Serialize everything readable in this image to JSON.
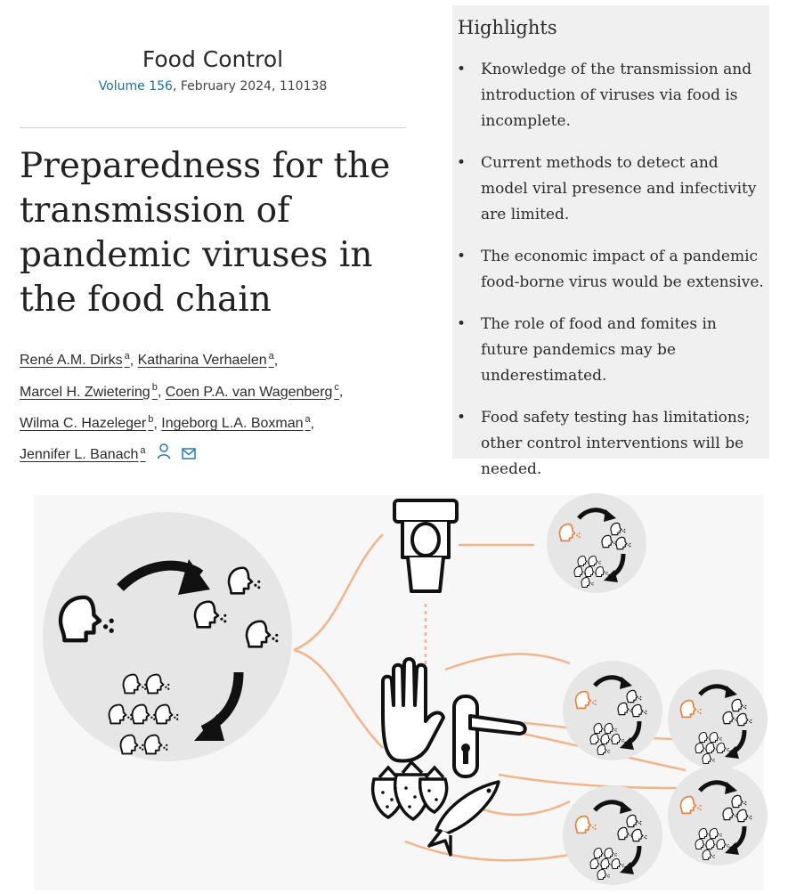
{
  "journal": {
    "name": "Food Control",
    "volume_link": "Volume 156",
    "details": ", February 2024, 110138"
  },
  "article": {
    "title": "Preparedness for the transmission of pandemic viruses in the food chain"
  },
  "authors": [
    {
      "name": "René A.M. Dirks",
      "affil": "a"
    },
    {
      "name": "Katharina Verhaelen",
      "affil": "a"
    },
    {
      "name": "Marcel H. Zwietering",
      "affil": "b"
    },
    {
      "name": "Coen P.A. van Wagenberg",
      "affil": "c"
    },
    {
      "name": "Wilma C. Hazeleger",
      "affil": "b"
    },
    {
      "name": "Ingeborg L.A. Boxman",
      "affil": "a"
    },
    {
      "name": "Jennifer L. Banach",
      "affil": "a"
    }
  ],
  "separator": ",",
  "icons": {
    "person": "person-icon",
    "email": "envelope-icon"
  },
  "highlights": {
    "heading": "Highlights",
    "items": [
      "Knowledge of the transmission and introduction of viruses via food is incomplete.",
      "Current methods to detect and model viral presence and infectivity are limited.",
      "The economic impact of a pandemic food-borne virus would be extensive.",
      "The role of food and fomites in future pandemics may be underestimated.",
      "Food safety testing has limitations; other control interventions will be needed."
    ]
  },
  "graphic": {
    "accent_color": "#f2b48a",
    "circle_color": "#e5e5e5",
    "icons": [
      "head-sneeze-icon",
      "toilet-icon",
      "hand-icon",
      "door-handle-icon",
      "strawberry-icon",
      "fish-icon",
      "curved-arrow-icon"
    ]
  }
}
